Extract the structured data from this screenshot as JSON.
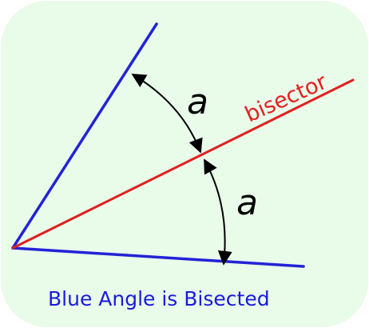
{
  "diagram": {
    "bisector_label": "bisector",
    "angle_label_upper": "a",
    "angle_label_lower": "a",
    "caption": "Blue Angle is Bisected",
    "colors": {
      "background": "#e9fbe9",
      "angle_rays": "#2323d6",
      "bisector": "#e02020",
      "arcs": "#000000",
      "caption": "#1a1adf"
    }
  }
}
